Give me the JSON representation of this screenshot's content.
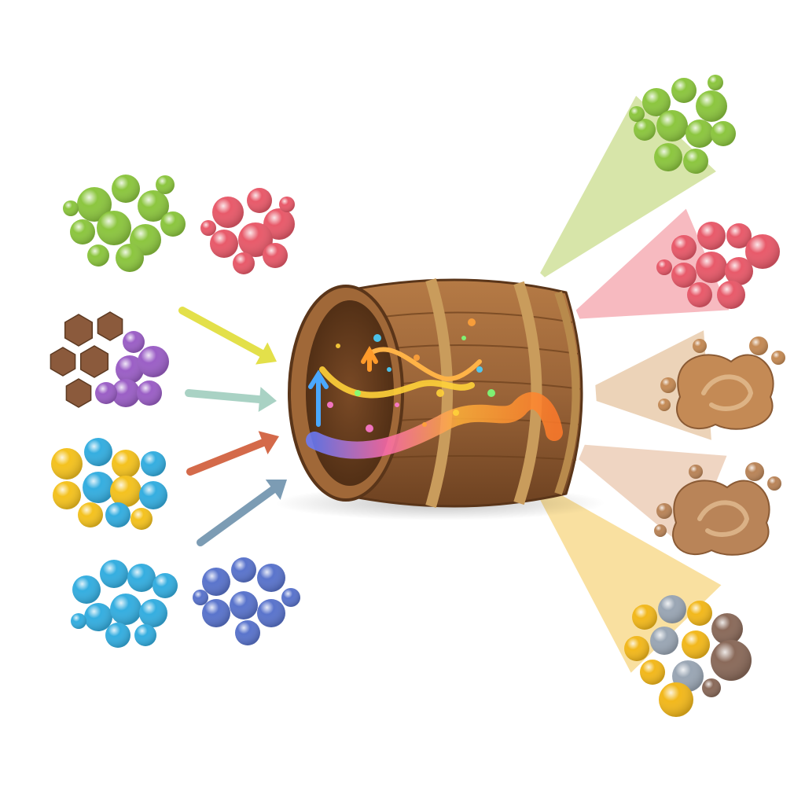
{
  "colors": {
    "background": "#ffffff",
    "green": "#8cc63f",
    "red": "#e85a6a",
    "brown": "#8b5a3c",
    "purple": "#9b5fc6",
    "yellow": "#f4c21f",
    "cyan": "#35aee0",
    "blue": "#5a74cc",
    "tan": "#c48a55",
    "beige": "#b98458",
    "gold": "#f2b81c",
    "wood": "#9c6a3c",
    "hoop": "#c79a5a"
  },
  "diagram": {
    "inputs": [
      {
        "name": "green-cluster",
        "color": "green"
      },
      {
        "name": "red-cluster",
        "color": "red"
      },
      {
        "name": "brown-purple-cluster",
        "color": "purple"
      },
      {
        "name": "yellow-blue-cluster",
        "color": "yellow"
      },
      {
        "name": "cyan-cluster",
        "color": "cyan"
      },
      {
        "name": "blue-cluster",
        "color": "blue"
      }
    ],
    "arrows": [
      {
        "name": "arrow-yellow",
        "color": "#e3e04a"
      },
      {
        "name": "arrow-teal",
        "color": "#a9d2c4"
      },
      {
        "name": "arrow-orange",
        "color": "#d46a4a"
      },
      {
        "name": "arrow-slate",
        "color": "#7c9cb4"
      }
    ],
    "center": {
      "name": "barrel",
      "icon": "barrel-icon"
    },
    "outputs": [
      {
        "name": "output-green",
        "color": "green",
        "beam": "#c9dc8c"
      },
      {
        "name": "output-red",
        "color": "red",
        "beam": "#f4a3ab"
      },
      {
        "name": "output-tan",
        "color": "tan",
        "beam": "#e5c4a0"
      },
      {
        "name": "output-beige",
        "color": "beige",
        "beam": "#e9c7ad"
      },
      {
        "name": "output-gold",
        "color": "gold",
        "beam": "#f7d580"
      }
    ]
  }
}
